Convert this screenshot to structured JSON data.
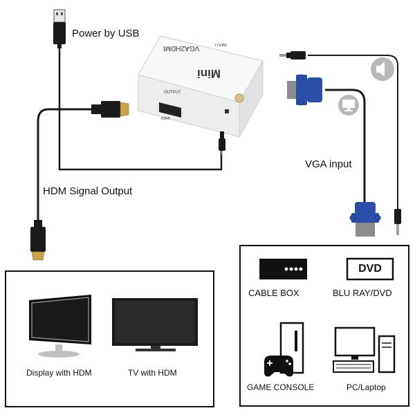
{
  "labels": {
    "power": "Power by USB",
    "hdmi_out": "HDM  Signal Output",
    "vga_in": "VGA input"
  },
  "device": {
    "model": "VGA2HDMI",
    "brand": "Mini",
    "port_output": "OUTPUT",
    "port_input": "INPUT",
    "port_hdmi": "HDMI"
  },
  "outputs_box": {
    "items": [
      {
        "label": "Display with HDM"
      },
      {
        "label": "TV with HDM"
      }
    ]
  },
  "sources_box": {
    "items": [
      {
        "label": "CABLE BOX"
      },
      {
        "label": "BLU RAY/DVD",
        "icon_text": "DVD"
      },
      {
        "label": "GAME CONSOLE"
      },
      {
        "label": "PC/Laptop"
      }
    ]
  },
  "colors": {
    "vga_blue": "#2a4fa8",
    "cable": "#1a1a1a",
    "icon_gray": "#b8b8b8",
    "gold": "#c9a24a"
  }
}
